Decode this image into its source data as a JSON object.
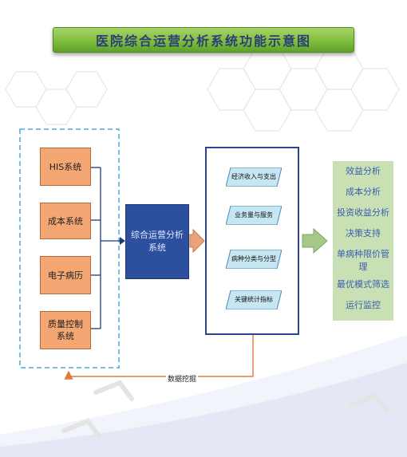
{
  "title": "医院综合运营分析系统功能示意图",
  "source_systems": [
    "HIS系统",
    "成本系统",
    "电子病历",
    "质量控制系统"
  ],
  "core_system": "综合运营分析系统",
  "process_steps": [
    "经济收入与支出",
    "业务量与服务",
    "病种分类与分型",
    "关键统计指标"
  ],
  "feedback_label": "数据挖掘",
  "functions": [
    "效益分析",
    "成本分析",
    "投资收益分析",
    "决策支持",
    "单病种限价管理",
    "最优模式筛选",
    "运行监控"
  ],
  "colors": {
    "title_bar": "#7fbf3c",
    "title_text": "#2a3f78",
    "source_box": "#f5a773",
    "core_box": "#2c4f9e",
    "process_shape": "#c6e6f2",
    "arrow_orange": "#e07a3a",
    "arrow_green": "#a6c98a",
    "function_panel": "#c8e0b4",
    "function_text": "#3b5fb0"
  }
}
